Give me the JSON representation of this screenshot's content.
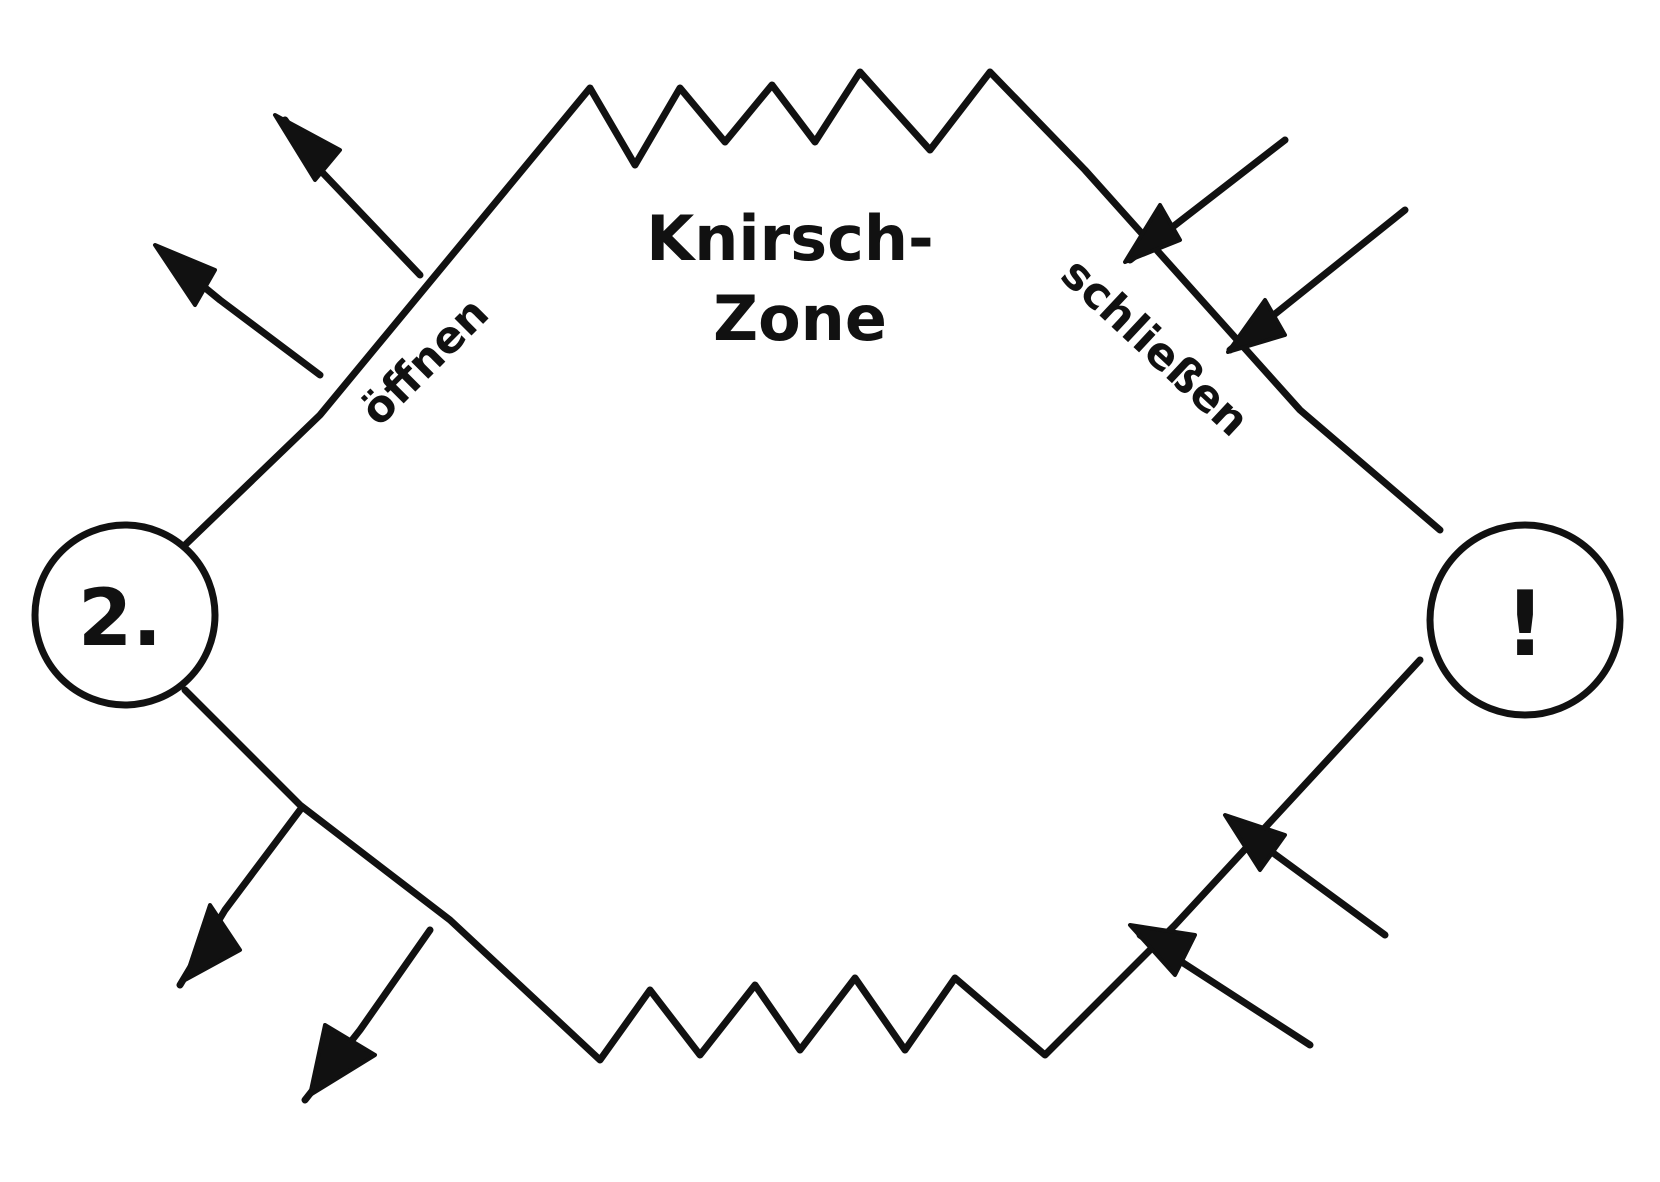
{
  "labels": {
    "zone_line1": "Knirsch-",
    "zone_line2": "Zone",
    "open": "öffnen",
    "close": "schließen",
    "node_left": "2.",
    "node_right": "!"
  },
  "colors": {
    "ink": "#111111",
    "background": "#ffffff"
  }
}
